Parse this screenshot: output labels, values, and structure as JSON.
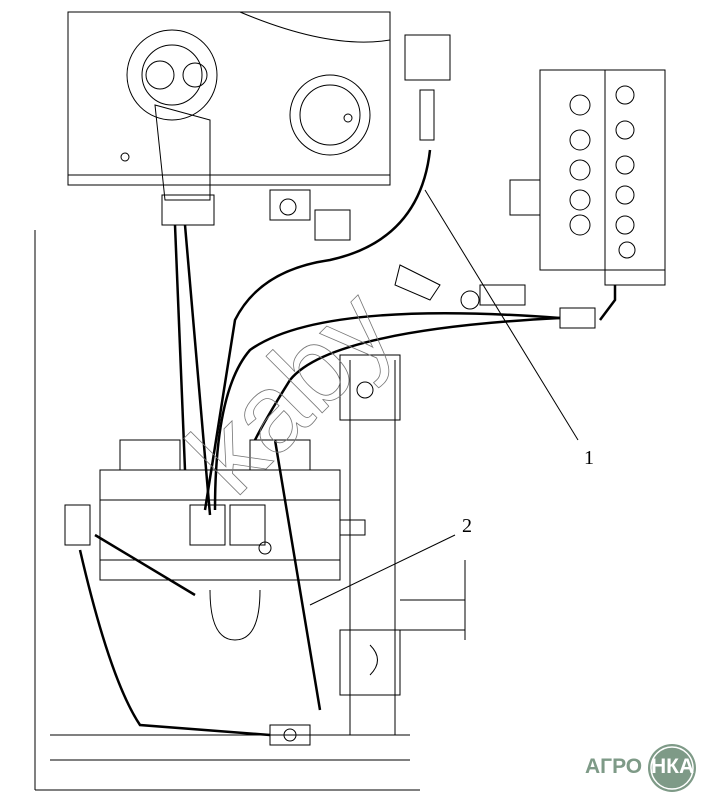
{
  "diagram": {
    "callouts": [
      {
        "label": "1"
      },
      {
        "label": "2"
      }
    ],
    "watermark_text": "kaby",
    "logo": {
      "left": "АГРО",
      "right": "НКА",
      "color": "#7e9a87"
    }
  }
}
